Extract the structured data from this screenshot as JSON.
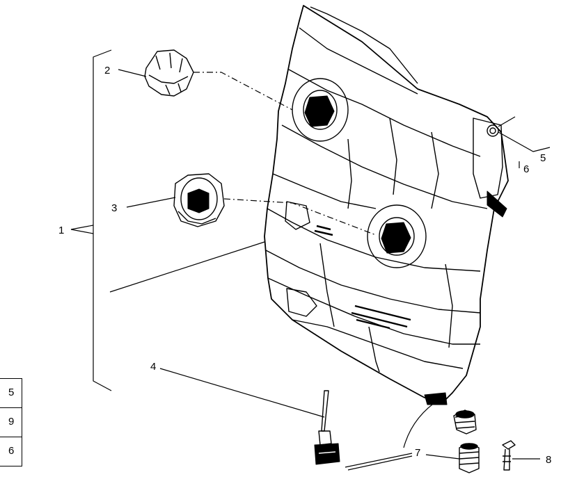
{
  "diagram": {
    "callouts": {
      "c1": "1",
      "c2": "2",
      "c3": "3",
      "c4": "4",
      "c5": "5",
      "c6": "6",
      "c7": "7",
      "c8": "8"
    }
  },
  "ref_table": {
    "rows": [
      "5",
      "9",
      "6"
    ]
  }
}
